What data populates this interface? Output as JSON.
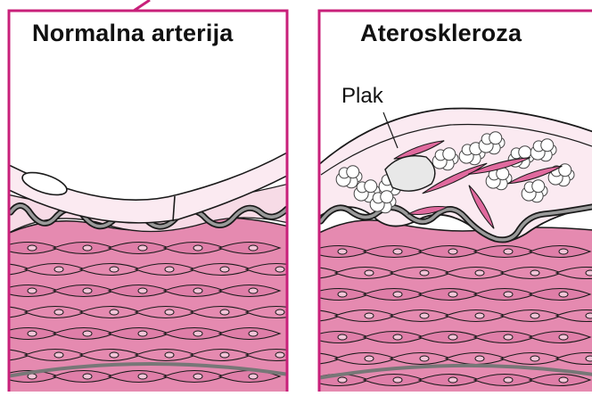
{
  "panels": {
    "left": {
      "title": "Normalna arterija"
    },
    "right": {
      "title": "Ateroskleroza",
      "annotation": "Plak"
    }
  },
  "colors": {
    "frame": "#c8207a",
    "tissue": "#e58ab0",
    "tissue_dark": "#d96f9e",
    "intima": "#f7dbe6",
    "elastic": "#777777",
    "outline": "#1a1a1a",
    "plaque_fill": "#fbeaf1"
  }
}
